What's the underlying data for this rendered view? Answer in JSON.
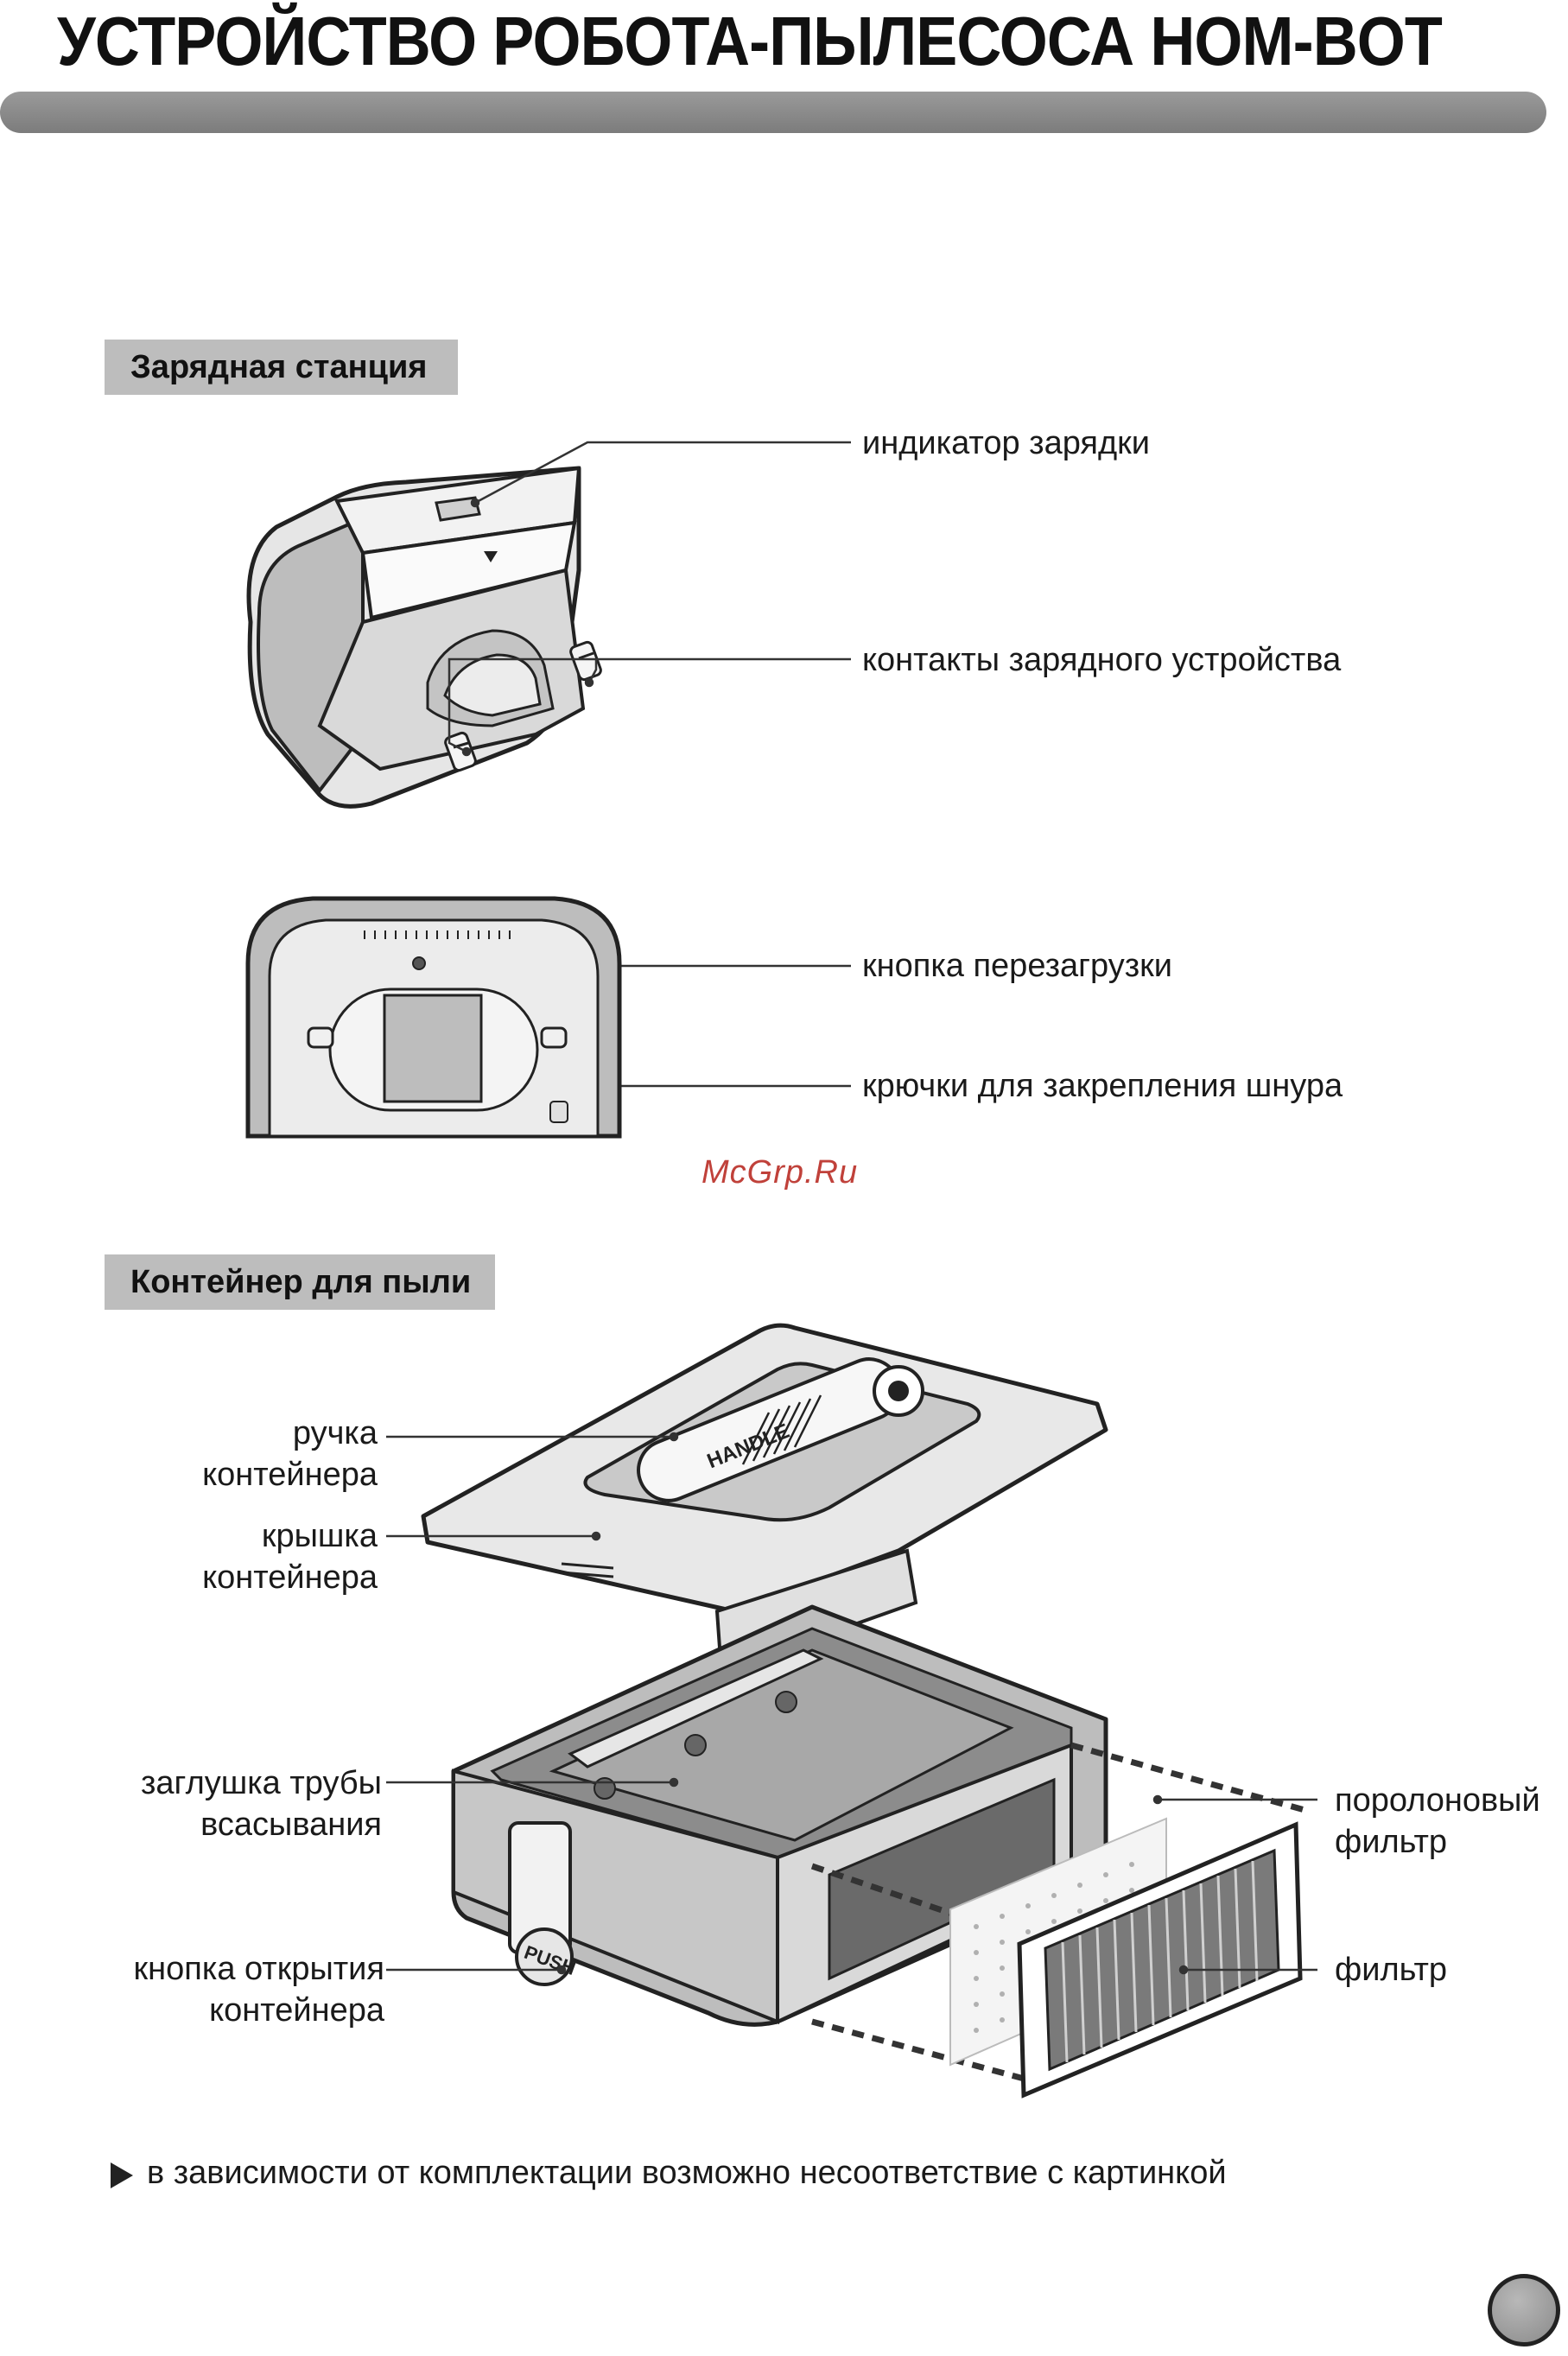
{
  "title": "УСТРОЙСТВО РОБОТА-ПЫЛЕСОСА HOM-BOT",
  "sections": {
    "charging_station": {
      "label": "Зарядная станция",
      "callouts": {
        "indicator": "индикатор зарядки",
        "contacts": "контакты зарядного устройства",
        "reset_button": "кнопка перезагрузки",
        "cord_hooks": "крючки для закрепления шнура"
      }
    },
    "dust_container": {
      "label": "Контейнер для пыли",
      "callouts": {
        "handle": [
          "ручка",
          "контейнера"
        ],
        "lid": [
          "крышка",
          "контейнера"
        ],
        "suction_plug": [
          "заглушка трубы",
          "всасывания"
        ],
        "open_button": [
          "кнопка открытия",
          "контейнера"
        ],
        "foam_filter": [
          "поролоновый",
          "фильтр"
        ],
        "filter": [
          "фильтр"
        ]
      },
      "push_label": "PUSH",
      "handle_text": "HANDLE"
    }
  },
  "watermark": "McGrp.Ru",
  "note": "в зависимости от комплектации возможно несоответствие с картинкой",
  "icons": {
    "note_bullet": "triangle-right-icon",
    "page_marker": "circle-icon"
  },
  "colors": {
    "title_bar": "#8a8a8a",
    "section_label_bg": "#bdbdbd",
    "watermark": "#c0413a"
  }
}
